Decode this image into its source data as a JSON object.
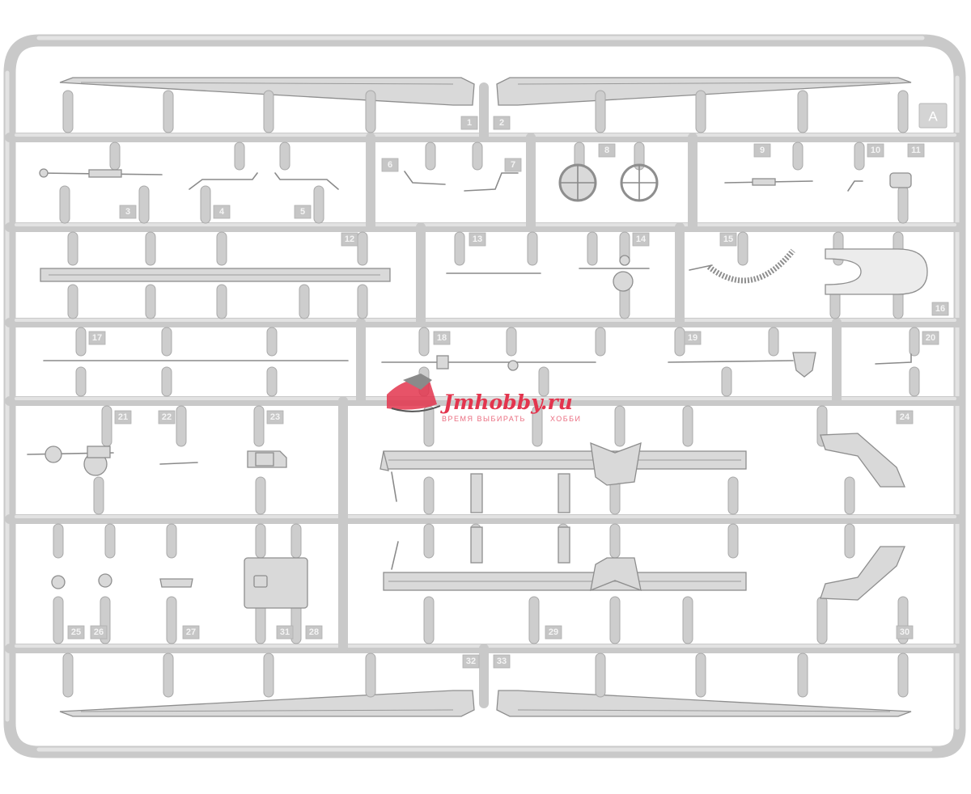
{
  "sprue": {
    "letter": "A",
    "part_numbers": [
      "1",
      "2",
      "3",
      "4",
      "5",
      "6",
      "7",
      "8",
      "9",
      "10",
      "11",
      "12",
      "13",
      "14",
      "15",
      "16",
      "17",
      "18",
      "19",
      "20",
      "21",
      "22",
      "23",
      "24",
      "25",
      "26",
      "27",
      "28",
      "29",
      "30",
      "31",
      "32",
      "33"
    ]
  },
  "watermark": {
    "brand": "Jmhobby.ru",
    "tagline_left": "ВРЕМЯ ВЫБИРАТЬ",
    "tagline_right": "ХОББИ"
  },
  "colors": {
    "plastic": "#c9c9c9",
    "plastic_highlight": "#e3e3e3",
    "part_outline": "#8e8e8e",
    "watermark_red": "#e3354e"
  }
}
